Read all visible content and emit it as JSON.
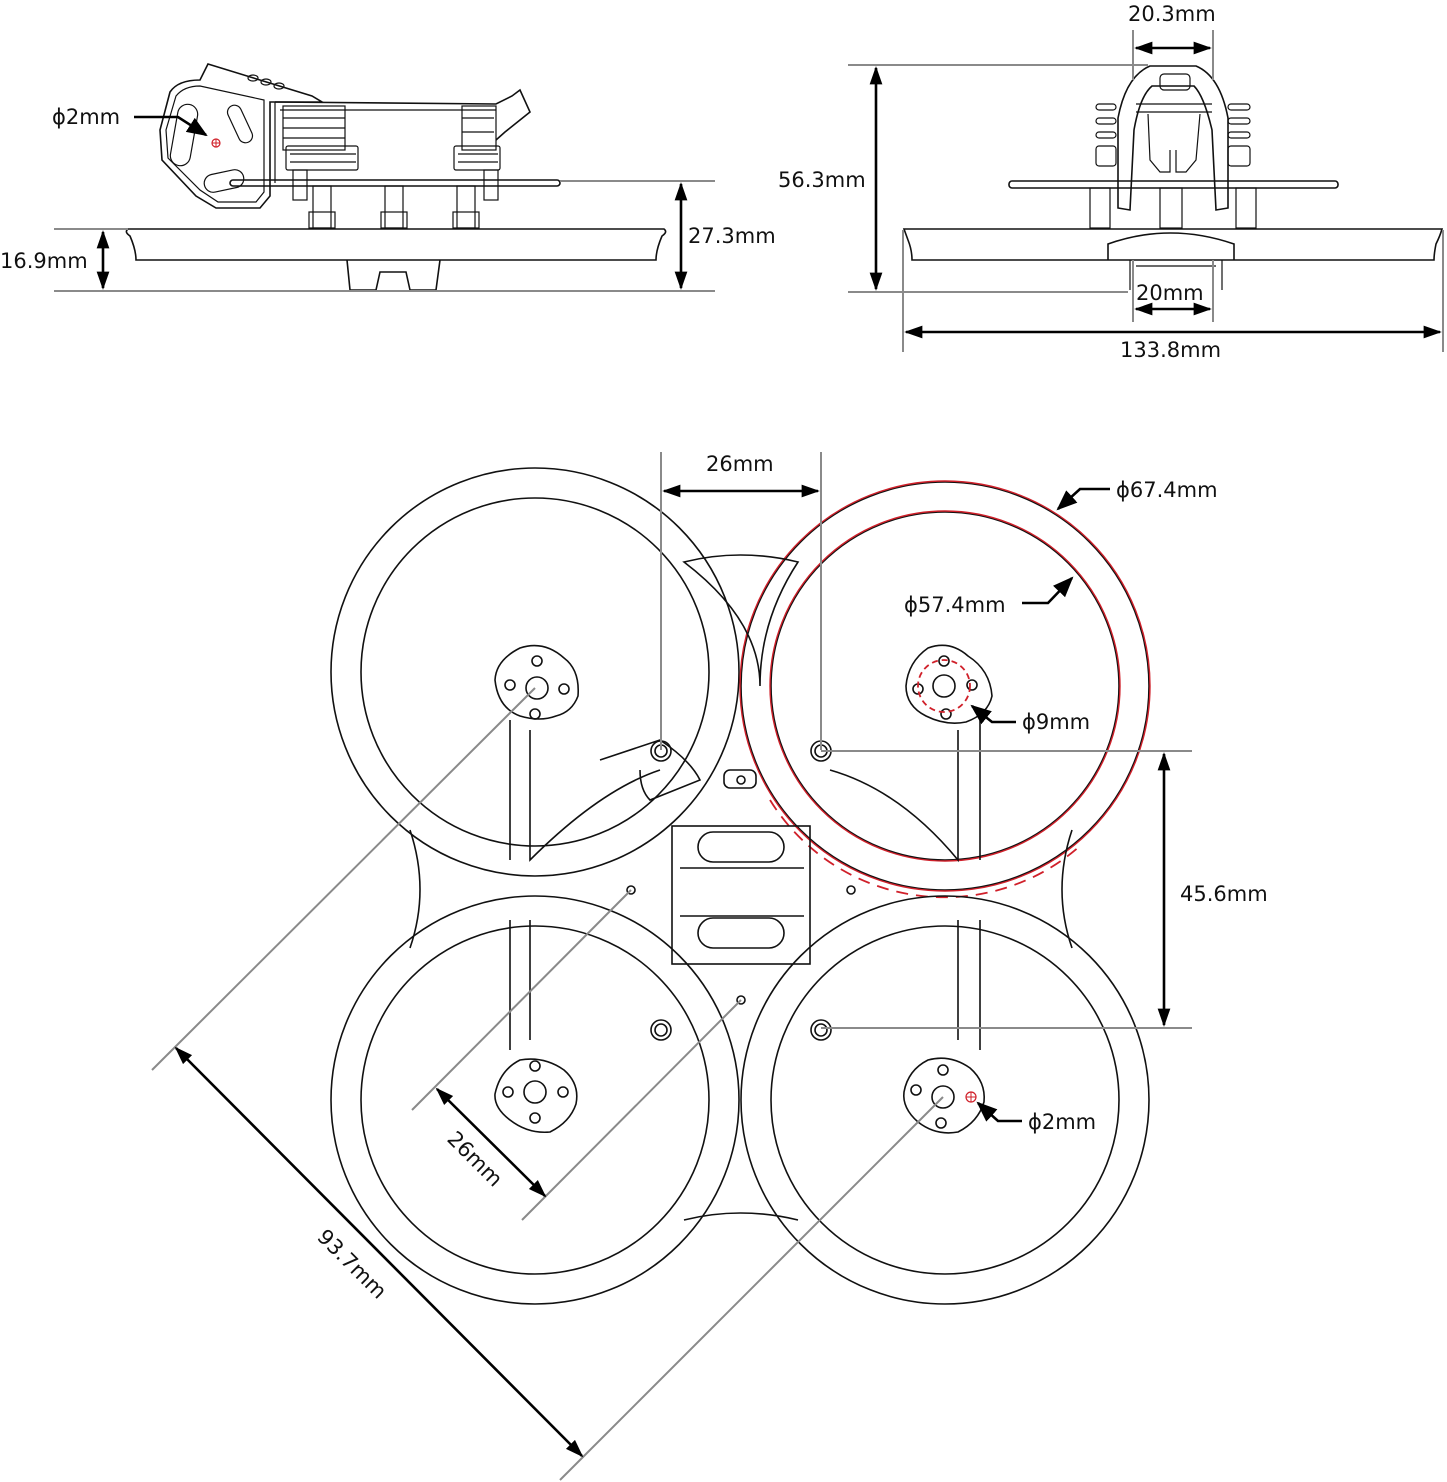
{
  "drawing": {
    "title": "Drone frame dimension drawing",
    "accent_color": "#d0202a",
    "side_view": {
      "labels": {
        "hole_diameter": "ϕ2mm",
        "duct_height": "16.9mm",
        "total_height": "27.3mm"
      }
    },
    "front_view": {
      "labels": {
        "top_width": "20.3mm",
        "total_height": "56.3mm",
        "bottom_width": "20mm",
        "total_width": "133.8mm"
      }
    },
    "top_view": {
      "labels": {
        "motor_spacing_x": "26mm",
        "duct_outer_diameter": "ϕ67.4mm",
        "duct_inner_diameter": "ϕ57.4mm",
        "motor_pattern_diameter": "ϕ9mm",
        "motor_spacing_y": "45.6mm",
        "mount_hole_diameter": "ϕ2mm",
        "stack_spacing": "26mm",
        "diagonal_wheelbase": "93.7mm"
      }
    }
  }
}
